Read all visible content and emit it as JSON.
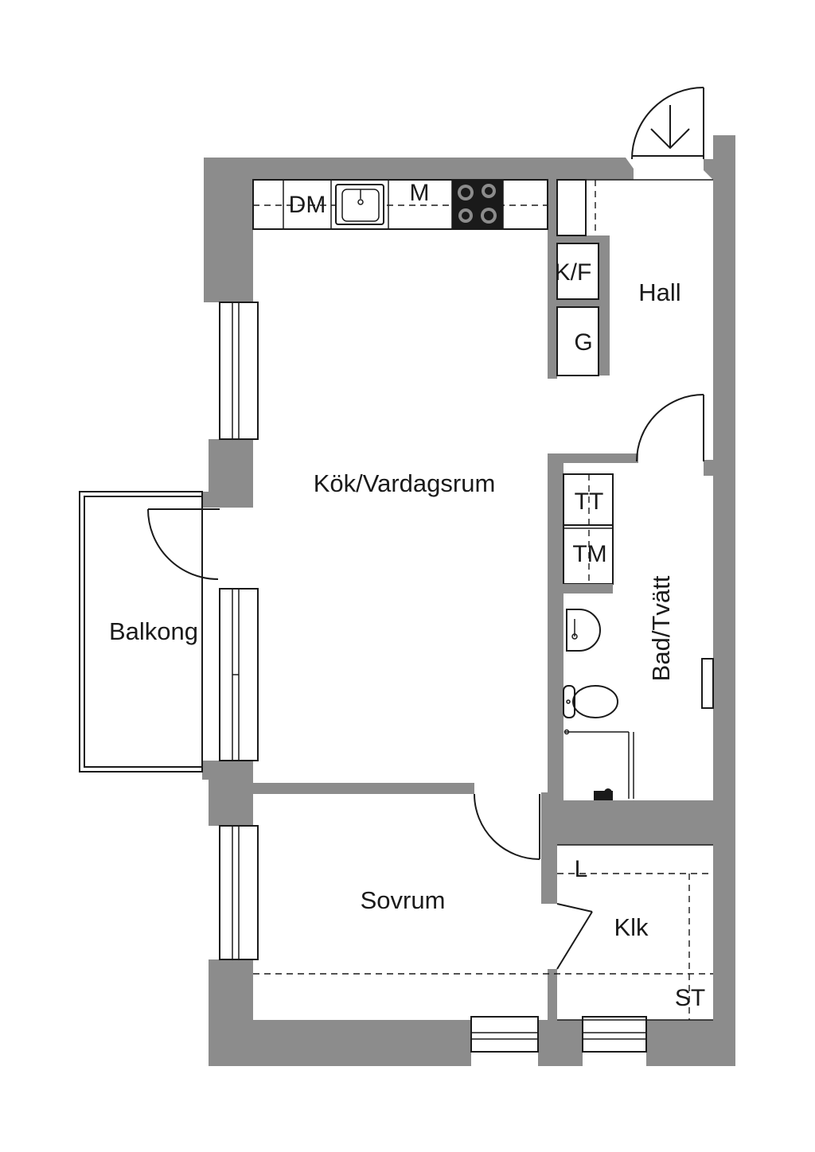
{
  "rooms": {
    "kitchen_living": "Kök/Vardagsrum",
    "hall": "Hall",
    "balcony": "Balkong",
    "bath": "Bad/Tvätt",
    "bedroom": "Sovrum",
    "closet": "Klk"
  },
  "fixtures": {
    "dishwasher": "DM",
    "microwave": "M",
    "fridge_freezer": "K/F",
    "g": "G",
    "dryer": "TT",
    "washer": "TM",
    "l": "L",
    "st": "ST"
  },
  "colors": {
    "wall": "#8c8c8c",
    "line": "#1a1a1a",
    "background": "#ffffff"
  }
}
